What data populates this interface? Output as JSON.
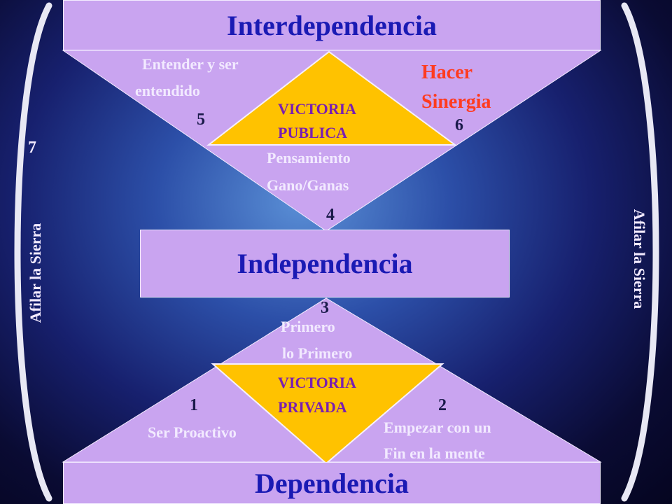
{
  "levels": {
    "top": "Interdependencia",
    "middle": "Independencia",
    "bottom": "Dependencia"
  },
  "public_victory": {
    "line1": "VICTORIA",
    "line2": "PUBLICA",
    "habit_5_line1": "Entender y ser",
    "habit_5_line2": "entendido",
    "habit_6_line1": "Hacer",
    "habit_6_line2": "Sinergia",
    "habit_4_line1": "Pensamiento",
    "habit_4_line2": "Gano/Ganas"
  },
  "private_victory": {
    "line1": "VICTORIA",
    "line2": "PRIVADA",
    "habit_3_line1": "Primero",
    "habit_3_line2": "lo Primero",
    "habit_1": "Ser Proactivo",
    "habit_2_line1": "Empezar con un",
    "habit_2_line2": "Fin en la mente"
  },
  "numbers": {
    "n1": "1",
    "n2": "2",
    "n3": "3",
    "n4": "4",
    "n5": "5",
    "n6": "6",
    "n7": "7"
  },
  "sides": {
    "left": "Afilar la Sierra",
    "right": "Afilar la Sierra"
  },
  "colors": {
    "box_fill": "#c9a4f0",
    "victory_fill": "#ffc200",
    "title_text": "#1a1ab4",
    "synergy_text": "#ff3b1f"
  }
}
